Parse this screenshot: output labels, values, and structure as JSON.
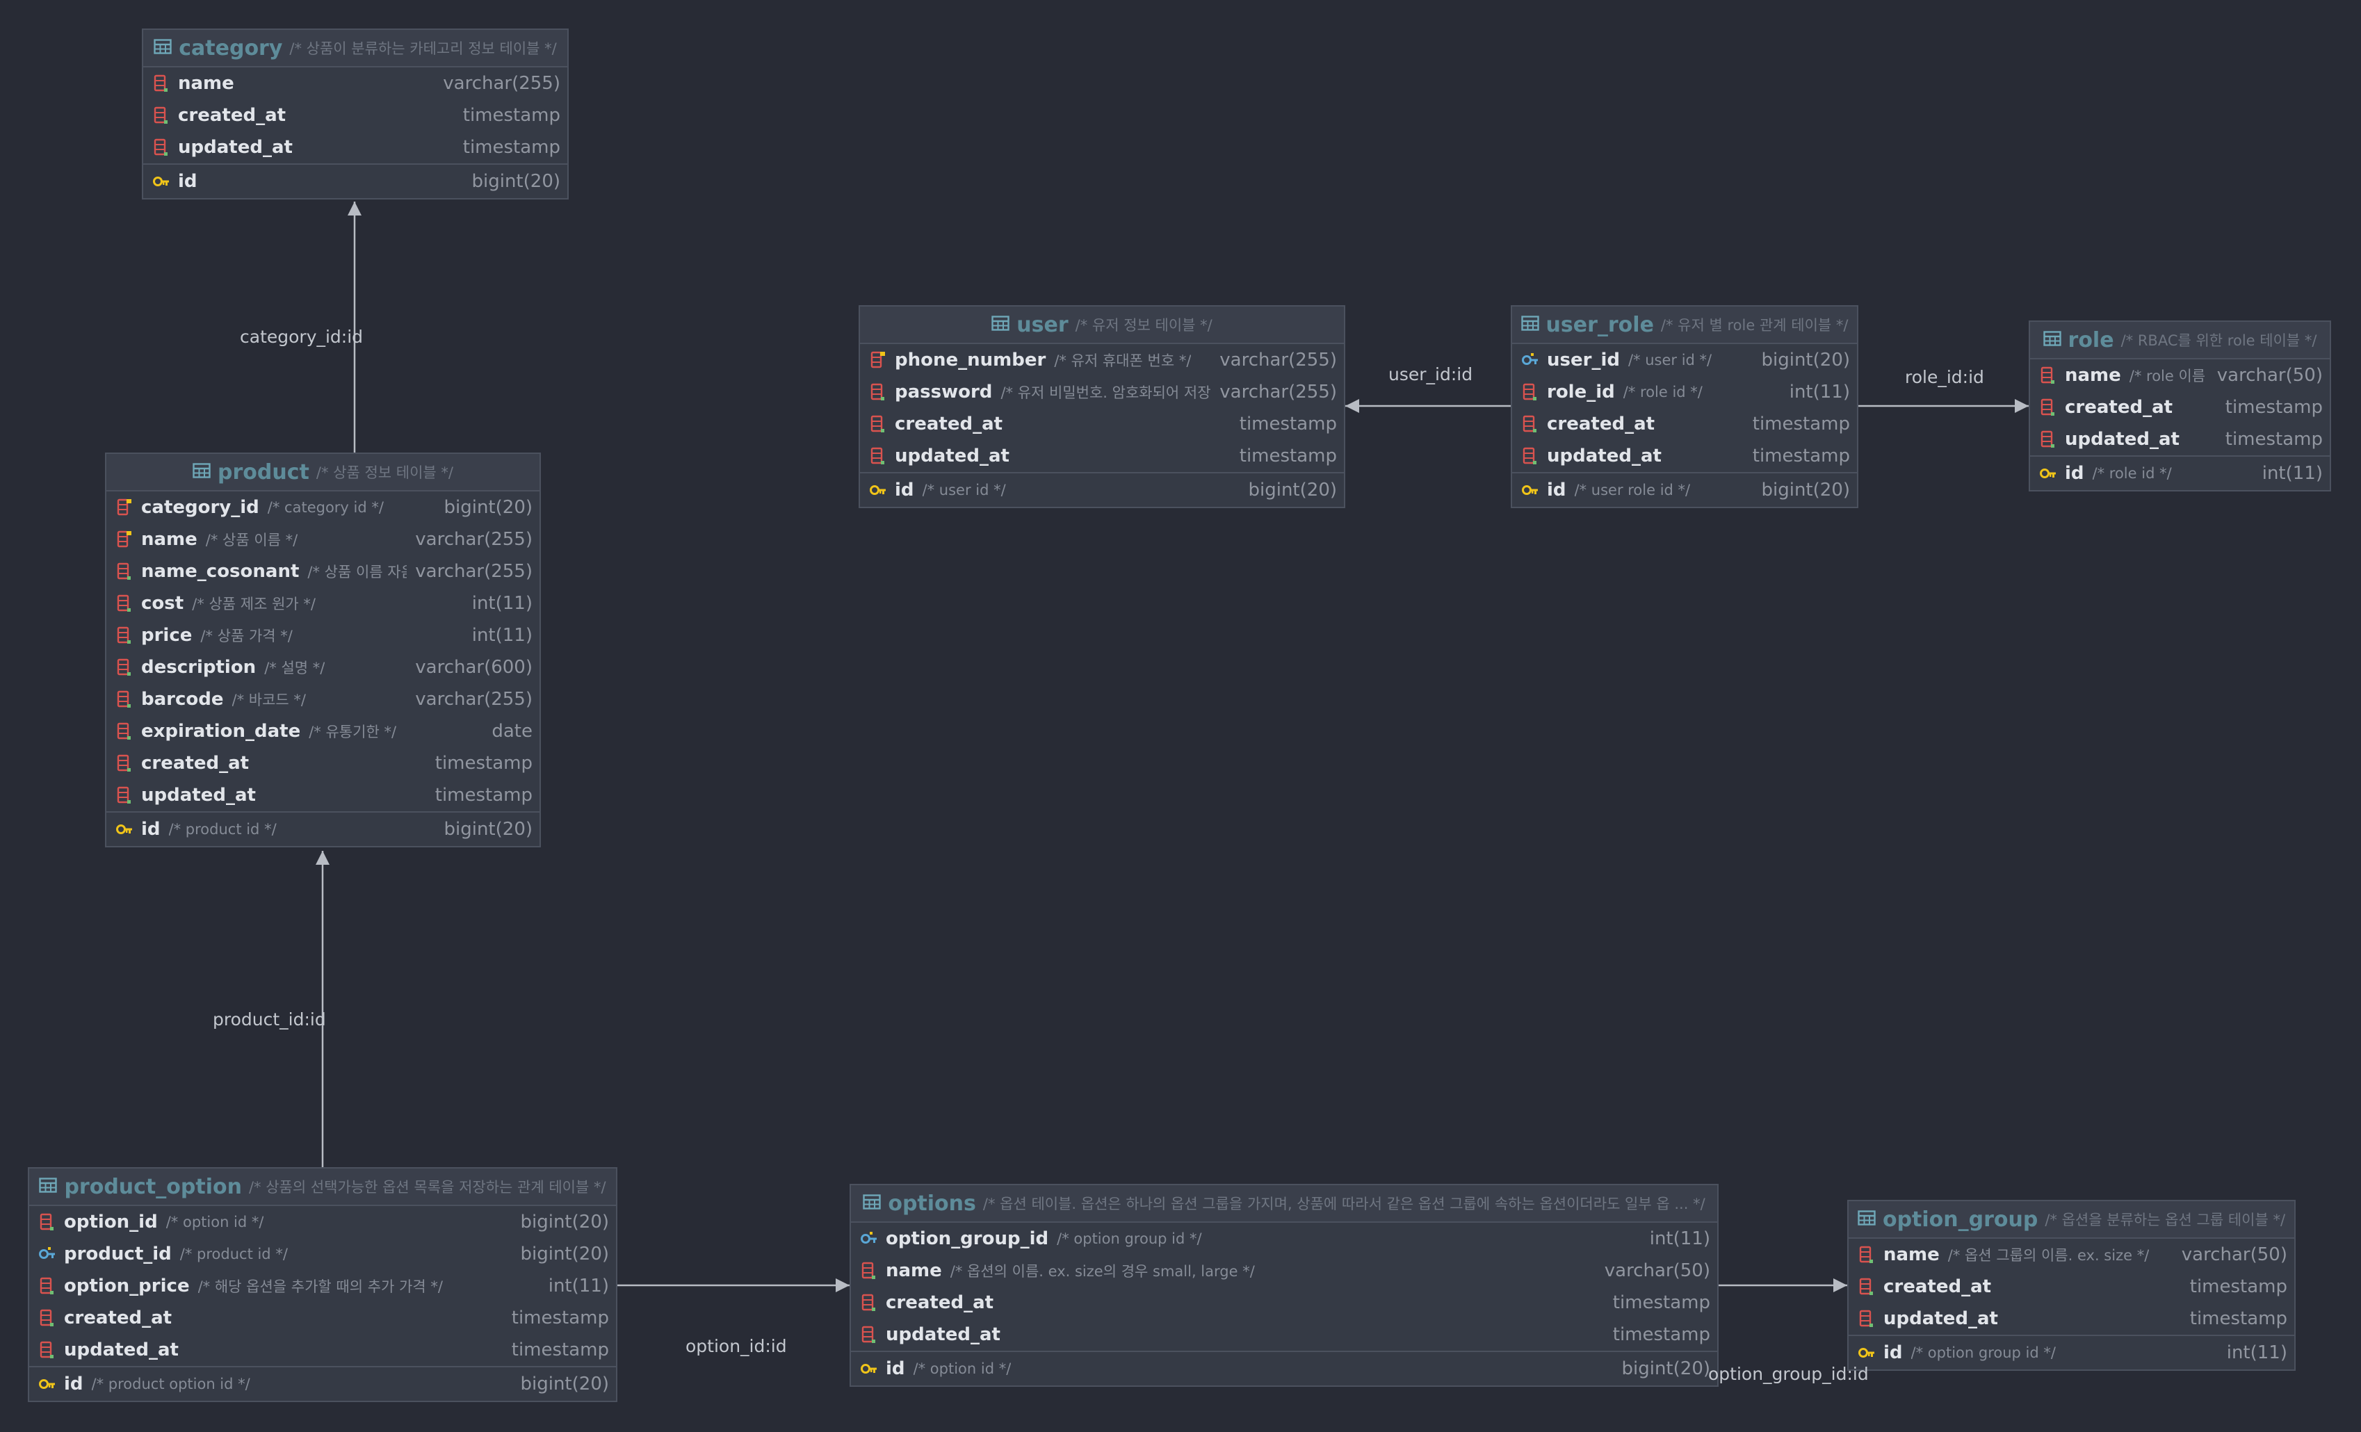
{
  "tables": [
    {
      "name": "category",
      "comment": "/* 상품이 분류하는 카테고리 정보 테이블 */",
      "columns": [
        {
          "name": "name",
          "comment": "",
          "type": "varchar(255)",
          "icon": "column-icon"
        },
        {
          "name": "created_at",
          "comment": "",
          "type": "timestamp",
          "icon": "column-icon"
        },
        {
          "name": "updated_at",
          "comment": "",
          "type": "timestamp",
          "icon": "column-icon"
        },
        {
          "name": "id",
          "comment": "",
          "type": "bigint(20)",
          "icon": "primary-key-icon"
        }
      ]
    },
    {
      "name": "product",
      "comment": "/* 상품 정보 테이블 */",
      "columns": [
        {
          "name": "category_id",
          "comment": "/* category id */",
          "type": "bigint(20)",
          "icon": "foreign-key-column-icon"
        },
        {
          "name": "name",
          "comment": "/* 상품 이름 */",
          "type": "varchar(255)",
          "icon": "foreign-key-column-icon"
        },
        {
          "name": "name_cosonant",
          "comment": "/* 상품 이름 자음 */",
          "type": "varchar(255)",
          "icon": "column-icon"
        },
        {
          "name": "cost",
          "comment": "/* 상품 제조 원가 */",
          "type": "int(11)",
          "icon": "column-icon"
        },
        {
          "name": "price",
          "comment": "/* 상품 가격 */",
          "type": "int(11)",
          "icon": "column-icon"
        },
        {
          "name": "description",
          "comment": "/* 설명 */",
          "type": "varchar(600)",
          "icon": "column-icon"
        },
        {
          "name": "barcode",
          "comment": "/* 바코드 */",
          "type": "varchar(255)",
          "icon": "column-icon"
        },
        {
          "name": "expiration_date",
          "comment": "/* 유통기한 */",
          "type": "date",
          "icon": "column-icon"
        },
        {
          "name": "created_at",
          "comment": "",
          "type": "timestamp",
          "icon": "column-icon"
        },
        {
          "name": "updated_at",
          "comment": "",
          "type": "timestamp",
          "icon": "column-icon"
        },
        {
          "name": "id",
          "comment": "/* product id */",
          "type": "bigint(20)",
          "icon": "primary-key-icon"
        }
      ]
    },
    {
      "name": "user",
      "comment": "/* 유저 정보 테이블 */",
      "columns": [
        {
          "name": "phone_number",
          "comment": "/* 유저 휴대폰 번호 */",
          "type": "varchar(255)",
          "icon": "foreign-key-column-icon"
        },
        {
          "name": "password",
          "comment": "/* 유저 비밀번호. 암호화되어 저장 */",
          "type": "varchar(255)",
          "icon": "column-icon"
        },
        {
          "name": "created_at",
          "comment": "",
          "type": "timestamp",
          "icon": "column-icon"
        },
        {
          "name": "updated_at",
          "comment": "",
          "type": "timestamp",
          "icon": "column-icon"
        },
        {
          "name": "id",
          "comment": "/* user id */",
          "type": "bigint(20)",
          "icon": "primary-key-icon"
        }
      ]
    },
    {
      "name": "user_role",
      "comment": "/* 유저 별 role 관계 테이블 */",
      "columns": [
        {
          "name": "user_id",
          "comment": "/* user id */",
          "type": "bigint(20)",
          "icon": "foreign-key-icon"
        },
        {
          "name": "role_id",
          "comment": "/* role id */",
          "type": "int(11)",
          "icon": "column-icon"
        },
        {
          "name": "created_at",
          "comment": "",
          "type": "timestamp",
          "icon": "column-icon"
        },
        {
          "name": "updated_at",
          "comment": "",
          "type": "timestamp",
          "icon": "column-icon"
        },
        {
          "name": "id",
          "comment": "/* user role id */",
          "type": "bigint(20)",
          "icon": "primary-key-icon"
        }
      ]
    },
    {
      "name": "role",
      "comment": "/* RBAC를 위한 role 테이블 */",
      "columns": [
        {
          "name": "name",
          "comment": "/* role 이름 */",
          "type": "varchar(50)",
          "icon": "column-icon"
        },
        {
          "name": "created_at",
          "comment": "",
          "type": "timestamp",
          "icon": "column-icon"
        },
        {
          "name": "updated_at",
          "comment": "",
          "type": "timestamp",
          "icon": "column-icon"
        },
        {
          "name": "id",
          "comment": "/* role id */",
          "type": "int(11)",
          "icon": "primary-key-icon"
        }
      ]
    },
    {
      "name": "product_option",
      "comment": "/* 상품의 선택가능한 옵션 목록을 저장하는 관계 테이블 */",
      "columns": [
        {
          "name": "option_id",
          "comment": "/* option id */",
          "type": "bigint(20)",
          "icon": "column-icon"
        },
        {
          "name": "product_id",
          "comment": "/* product id */",
          "type": "bigint(20)",
          "icon": "foreign-key-icon"
        },
        {
          "name": "option_price",
          "comment": "/* 해당 옵션을 추가할 때의 추가 가격 */",
          "type": "int(11)",
          "icon": "column-icon"
        },
        {
          "name": "created_at",
          "comment": "",
          "type": "timestamp",
          "icon": "column-icon"
        },
        {
          "name": "updated_at",
          "comment": "",
          "type": "timestamp",
          "icon": "column-icon"
        },
        {
          "name": "id",
          "comment": "/* product option id */",
          "type": "bigint(20)",
          "icon": "primary-key-icon"
        }
      ]
    },
    {
      "name": "options",
      "comment": "/* 옵션 테이블. 옵션은 하나의 옵션 그룹을 가지며, 상품에 따라서 같은 옵션 그룹에 속하는 옵션이더라도 일부 옵 ... */",
      "columns": [
        {
          "name": "option_group_id",
          "comment": "/* option group id */",
          "type": "int(11)",
          "icon": "foreign-key-icon"
        },
        {
          "name": "name",
          "comment": "/* 옵션의 이름. ex. size의 경우 small, large */",
          "type": "varchar(50)",
          "icon": "column-icon"
        },
        {
          "name": "created_at",
          "comment": "",
          "type": "timestamp",
          "icon": "column-icon"
        },
        {
          "name": "updated_at",
          "comment": "",
          "type": "timestamp",
          "icon": "column-icon"
        },
        {
          "name": "id",
          "comment": "/* option id */",
          "type": "bigint(20)",
          "icon": "primary-key-icon"
        }
      ]
    },
    {
      "name": "option_group",
      "comment": "/* 옵션을 분류하는 옵션 그룹 테이블 */",
      "columns": [
        {
          "name": "name",
          "comment": "/* 옵션 그룹의 이름. ex. size */",
          "type": "varchar(50)",
          "icon": "column-icon"
        },
        {
          "name": "created_at",
          "comment": "",
          "type": "timestamp",
          "icon": "column-icon"
        },
        {
          "name": "updated_at",
          "comment": "",
          "type": "timestamp",
          "icon": "column-icon"
        },
        {
          "name": "id",
          "comment": "/* option group id */",
          "type": "int(11)",
          "icon": "primary-key-icon"
        }
      ]
    }
  ],
  "relations": [
    {
      "label": "category_id:id",
      "from": "product",
      "to": "category"
    },
    {
      "label": "product_id:id",
      "from": "product_option",
      "to": "product"
    },
    {
      "label": "user_id:id",
      "from": "user_role",
      "to": "user"
    },
    {
      "label": "role_id:id",
      "from": "user_role",
      "to": "role"
    },
    {
      "label": "option_id:id",
      "from": "product_option",
      "to": "options"
    },
    {
      "label": "option_group_id:id",
      "from": "options",
      "to": "option_group"
    }
  ],
  "colors": {
    "background": "#282b35",
    "table_name": "#5e8c9a",
    "primary_key": "#f0c419",
    "foreign_key": "#5aa7d6",
    "column": "#d9534f",
    "connector": "#b8bcc4"
  }
}
